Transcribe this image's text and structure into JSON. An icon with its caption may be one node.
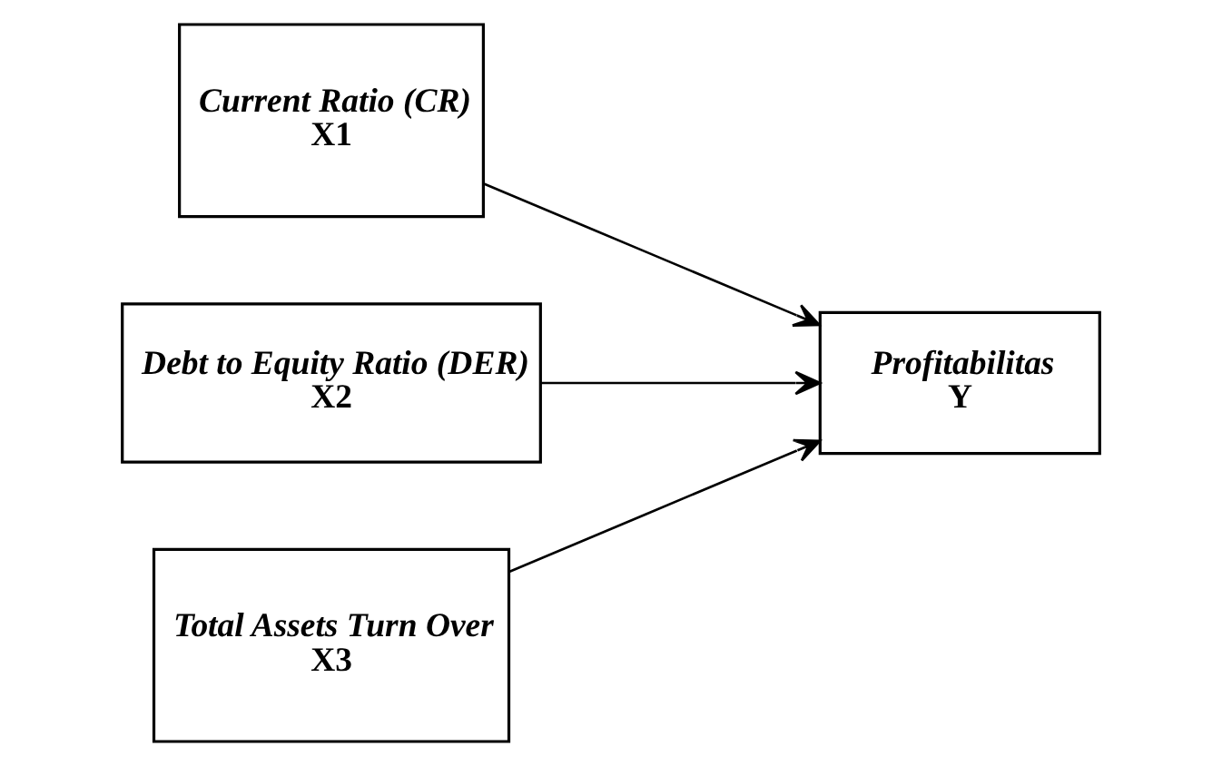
{
  "diagram": {
    "nodes": [
      {
        "text": [
          "Current Ratio (CR)",
          "X1"
        ]
      },
      {
        "text": [
          "Debt to Equity Ratio (DER)",
          "X2"
        ]
      },
      {
        "text": [
          "Total Assets Turn Over",
          "X3"
        ]
      },
      {
        "text": [
          "Profitabilitas",
          "Y"
        ]
      }
    ],
    "edges": [
      {
        "from": 0,
        "to": 3,
        "arrow": "to"
      },
      {
        "from": 1,
        "to": 3,
        "arrow": "to"
      },
      {
        "from": 2,
        "to": 3,
        "arrow": "to"
      }
    ]
  }
}
